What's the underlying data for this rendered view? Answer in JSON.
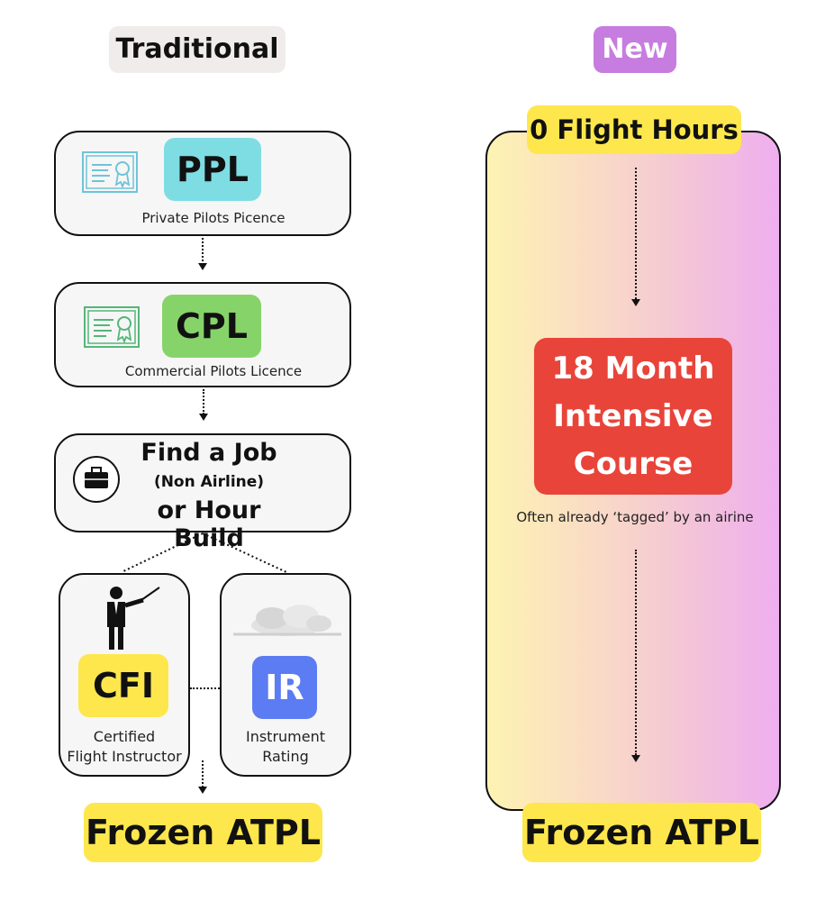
{
  "traditional": {
    "header": "Traditional",
    "ppl": {
      "badge": "PPL",
      "caption": "Private Pilots Picence"
    },
    "cpl": {
      "badge": "CPL",
      "caption": "Commercial Pilots Licence"
    },
    "job": {
      "line1": "Find a Job",
      "line2": "(Non Airline)",
      "line3": "or Hour Build"
    },
    "cfi": {
      "badge": "CFI",
      "caption_line1": "Certified",
      "caption_line2": "Flight Instructor"
    },
    "ir": {
      "badge": "IR",
      "caption_line1": "Instrument",
      "caption_line2": "Rating"
    },
    "result": "Frozen ATPL"
  },
  "new": {
    "header": "New",
    "start": "0 Flight Hours",
    "course_line1": "18 Month",
    "course_line2": "Intensive",
    "course_line3": "Course",
    "note": "Often already ‘tagged’ by an airine",
    "result": "Frozen ATPL"
  },
  "colors": {
    "traditional_header_bg": "#f1ecec",
    "new_header_bg": "#c77ddf",
    "ppl": "#7edde3",
    "cpl": "#86d36a",
    "cfi": "#fde74c",
    "ir": "#5b7cf2",
    "course": "#e8443a",
    "gradient_start": "#fdf3b2",
    "gradient_end": "#efaef0"
  },
  "icons": [
    "certificate-icon",
    "briefcase-icon",
    "instructor-icon",
    "cloud-icon"
  ]
}
